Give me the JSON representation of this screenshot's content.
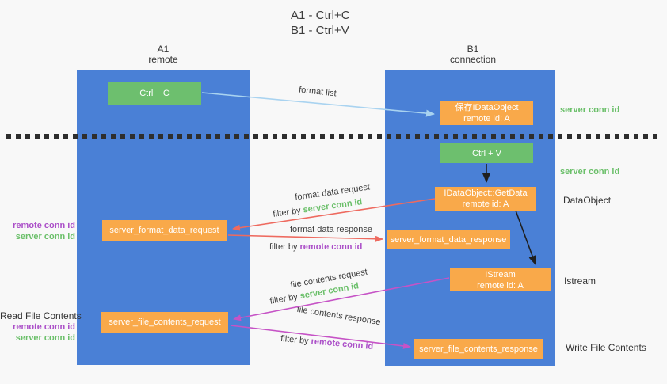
{
  "colors": {
    "background": "#f8f8f8",
    "lane-blue": "#4a80d6",
    "box-orange": "#f9a94a",
    "box-green": "#6dbf6e",
    "text-green": "#6abf69",
    "text-purple": "#ab4fc8",
    "arrow-red": "#ee6a5f",
    "arrow-magenta": "#c653c6",
    "arrow-blue": "#a9d3f0"
  },
  "title": {
    "line1": "A1 - Ctrl+C",
    "line2": "B1 - Ctrl+V"
  },
  "lanes": {
    "left": {
      "name": "A1",
      "subtitle": "remote"
    },
    "right": {
      "name": "B1",
      "subtitle": "connection"
    }
  },
  "nodes": {
    "ctrl_c": {
      "label": "Ctrl + C"
    },
    "ctrl_v": {
      "label": "Ctrl + V"
    },
    "save_idataobject": {
      "line1": "保存IDataObject",
      "line2": "remote id: A"
    },
    "getdata": {
      "line1": "IDataObject::GetData",
      "line2": "remote id: A"
    },
    "istream": {
      "line1": "IStream",
      "line2": "remote id: A"
    },
    "format_request": {
      "label": "server_format_data_request"
    },
    "format_response": {
      "label": "server_format_data_response"
    },
    "file_request": {
      "label": "server_file_contents_request"
    },
    "file_response": {
      "label": "server_file_contents_response"
    }
  },
  "arrow_labels": {
    "format_list": "format list",
    "format_data_request": "format data request",
    "filter_server_1": {
      "prefix": "filter by ",
      "suffix": "server conn id"
    },
    "format_data_response": "format data response",
    "filter_remote_1": {
      "prefix": "filter by ",
      "suffix": "remote conn id"
    },
    "file_contents_request": "file contents request",
    "filter_server_2": {
      "prefix": "filter by ",
      "suffix": "server conn id"
    },
    "file_contents_response": "file contents response",
    "filter_remote_2": {
      "prefix": "filter by ",
      "suffix": "remote conn id"
    }
  },
  "side_labels": {
    "server_conn_id_top": "server conn id",
    "server_conn_id_mid": "server conn id",
    "dataobject": "DataObject",
    "istream": "Istream",
    "write_file_contents": "Write File Contents",
    "read_file_contents": "Read File Contents",
    "remote_conn_id_1": "remote conn id",
    "server_conn_id_left_1": "server conn id",
    "remote_conn_id_2": "remote conn id",
    "server_conn_id_left_2": "server conn id"
  }
}
